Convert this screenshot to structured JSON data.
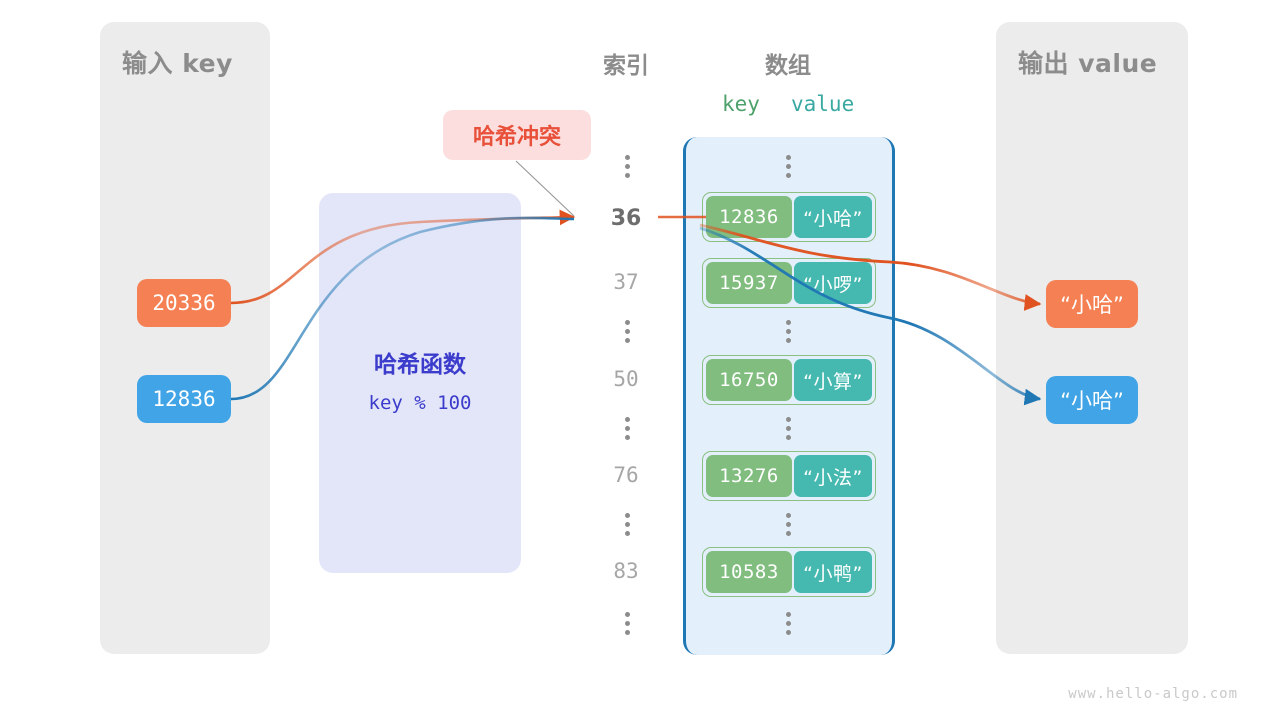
{
  "panels": {
    "input": {
      "title": "输入 key"
    },
    "output": {
      "title": "输出 value"
    }
  },
  "headers": {
    "index": "索引",
    "array": "数组",
    "key": "key",
    "value": "value"
  },
  "hash_function": {
    "title": "哈希函数",
    "formula": "key % 100"
  },
  "collision": {
    "label": "哈希冲突"
  },
  "input_keys": [
    {
      "name": "key-a",
      "value": "20336",
      "color": "#f58053"
    },
    {
      "name": "key-b",
      "value": "12836",
      "color": "#41a4e6"
    }
  ],
  "outputs": [
    {
      "name": "out-a",
      "value": "“小哈”",
      "color": "#f58053"
    },
    {
      "name": "out-b",
      "value": "“小哈”",
      "color": "#41a4e6"
    }
  ],
  "buckets": [
    {
      "index": "36",
      "key": "12836",
      "value": "“小哈”",
      "active": true
    },
    {
      "index": "37",
      "key": "15937",
      "value": "“小啰”",
      "active": false
    },
    {
      "index": "50",
      "key": "16750",
      "value": "“小算”",
      "active": false
    },
    {
      "index": "76",
      "key": "13276",
      "value": "“小法”",
      "active": false
    },
    {
      "index": "83",
      "key": "10583",
      "value": "“小鸭”",
      "active": false
    }
  ],
  "colors": {
    "panel_grey": "#ececec",
    "array_fill": "#e3f0fb",
    "array_border": "#1f77b4",
    "cell_key": "#80bd7e",
    "cell_key_border": "#8cbf82",
    "cell_value": "#45b8b0",
    "hash_fill": "#e3e6f8",
    "hash_text": "#3b3bcc",
    "collision_fill": "#fbdedd",
    "collision_text": "#e8503a",
    "orange": "#f58053",
    "orange_edge": "#e0521f",
    "blue": "#41a4e6",
    "blue_edge": "#1f77b4",
    "label_grey": "#8c8c8c"
  },
  "watermark": "www.hello-algo.com"
}
